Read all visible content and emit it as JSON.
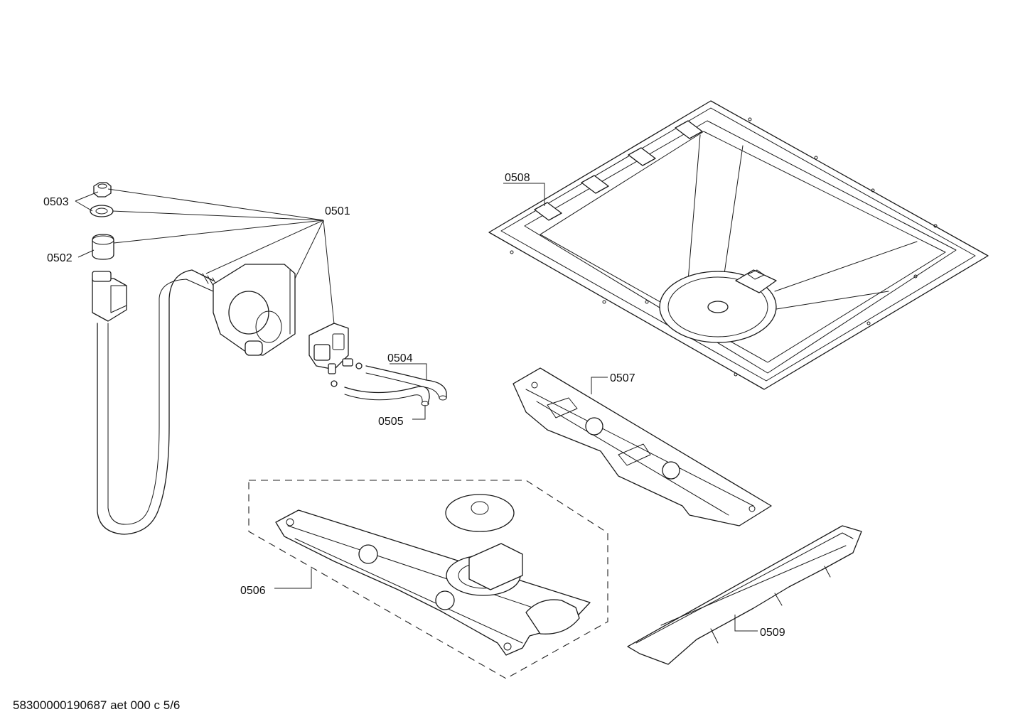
{
  "labels": {
    "p0501": "0501",
    "p0502": "0502",
    "p0503": "0503",
    "p0504": "0504",
    "p0505": "0505",
    "p0506": "0506",
    "p0507": "0507",
    "p0508": "0508",
    "p0509": "0509"
  },
  "footer": "58300000190687 aet 000 c 5/6"
}
